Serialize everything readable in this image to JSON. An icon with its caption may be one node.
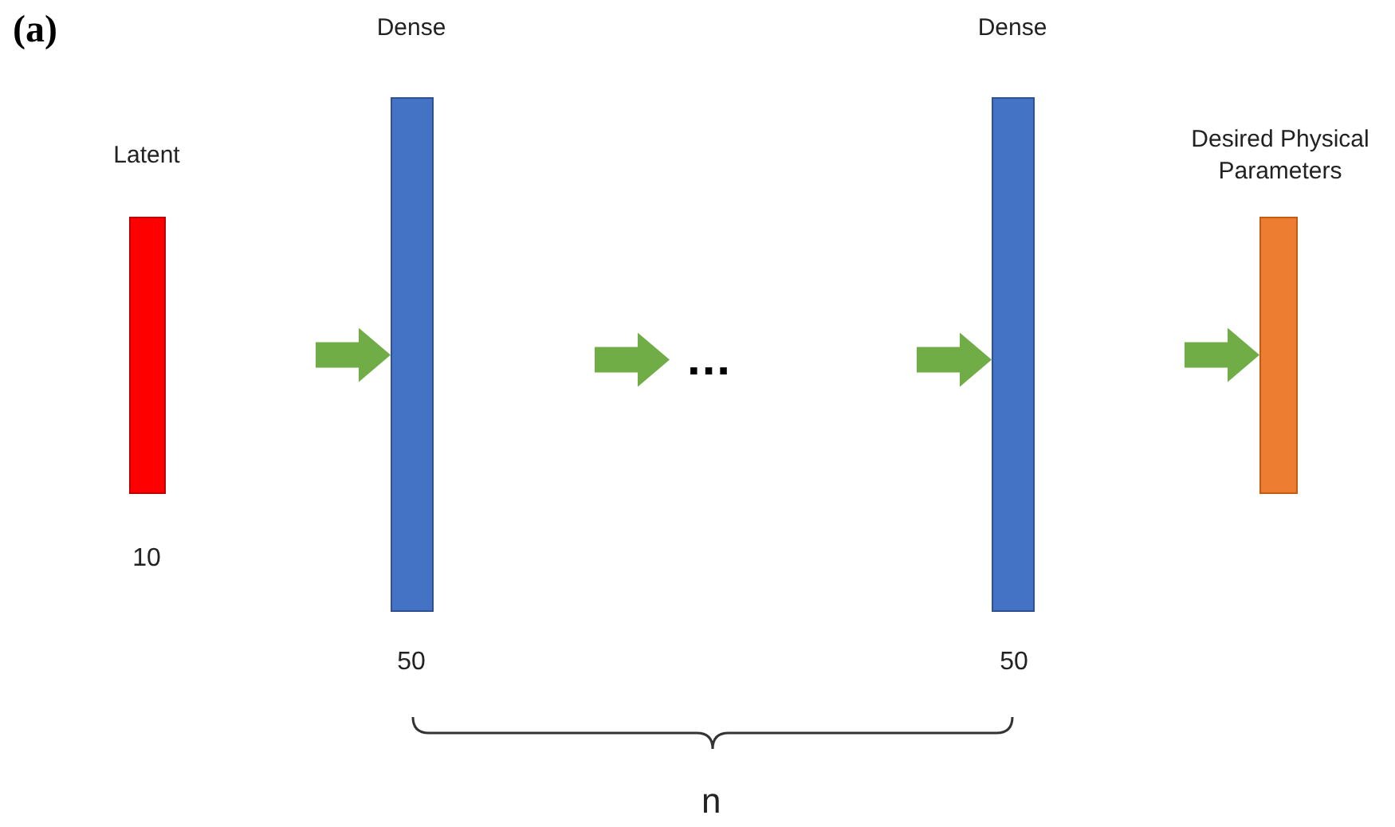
{
  "diagram": {
    "nodes": [
      {
        "text": [
          "Latent"
        ],
        "beside": [
          "10"
        ]
      },
      {
        "text": [
          "Dense"
        ],
        "beside": [
          "50"
        ]
      },
      {
        "text": [
          "..."
        ]
      },
      {
        "text": [
          "Dense"
        ],
        "beside": [
          "50"
        ]
      },
      {
        "text": [
          "Desired Physical Parameters"
        ]
      }
    ],
    "edges": [
      {
        "from": 0,
        "to": 1,
        "arrow": "to"
      },
      {
        "from": 1,
        "to": 2,
        "arrow": "to"
      },
      {
        "from": 2,
        "to": 3,
        "arrow": "to"
      },
      {
        "from": 3,
        "to": 4,
        "arrow": "to"
      }
    ],
    "labels": [
      "(a)",
      "n"
    ]
  }
}
